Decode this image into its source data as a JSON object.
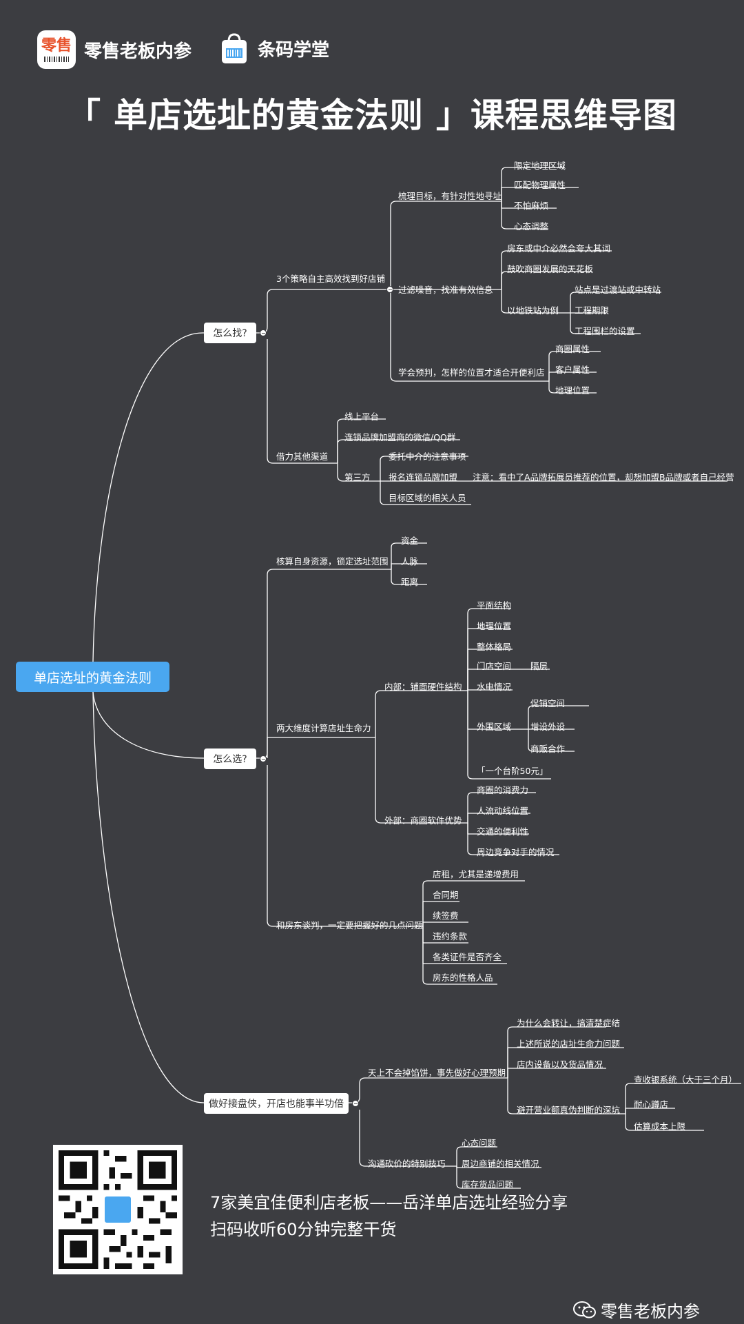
{
  "header": {
    "brand1_logo_text": "零售",
    "brand1_name": "零售老板内参",
    "brand2_name": "条码学堂"
  },
  "title": "「 单店选址的黄金法则 」课程思维导图",
  "mindmap": {
    "root": "单店选址的黄金法则",
    "b1": {
      "label": "怎么找?",
      "a": {
        "label": "3个策略自主高效找到好店铺",
        "a1": {
          "label": "梳理目标，有针对性地寻址",
          "items": [
            "限定地理区域",
            "匹配物理属性",
            "不怕麻烦",
            "心态调整"
          ]
        },
        "a2": {
          "label": "过滤噪音，找准有效信息",
          "items": [
            "房东或中介必然会夸大其词",
            "鼓吹商圈发展的天花板"
          ],
          "metro": {
            "label": "以地铁站为例",
            "items": [
              "站点是过渡站或中转站",
              "工程期限",
              "工程围栏的设置"
            ]
          }
        },
        "a3": {
          "label": "学会预判，怎样的位置才适合开便利店",
          "items": [
            "商圈属性",
            "客户属性",
            "地理位置"
          ]
        }
      },
      "b": {
        "label": "借力其他渠道",
        "items": [
          "线上平台",
          "连锁品牌加盟商的微信/QQ群"
        ],
        "third": {
          "label": "第三方",
          "items": [
            "委托中介的注意事项",
            "报名连锁品牌加盟",
            "目标区域的相关人员"
          ],
          "note": "注意：看中了A品牌拓展员推荐的位置，却想加盟B品牌或者自己经营"
        }
      }
    },
    "b2": {
      "label": "怎么选?",
      "a": {
        "label": "核算自身资源，锁定选址范围",
        "items": [
          "资金",
          "人脉",
          "距离"
        ]
      },
      "b": {
        "label": "两大维度计算店址生命力",
        "inner": {
          "label": "内部：铺面硬件结构",
          "items": [
            "平面结构",
            "地理位置",
            "整体格局",
            "门店空间",
            "水电情况",
            "外围区域",
            "「一个台阶50元」"
          ],
          "space_child": "隔层",
          "outer_children": [
            "促销空间",
            "增设外设",
            "商贩合作"
          ]
        },
        "outer": {
          "label": "外部：商圈软件优势",
          "items": [
            "商圈的消费力",
            "人流动线位置",
            "交通的便利性",
            "周边竞争对手的情况"
          ]
        }
      },
      "c": {
        "label": "和房东谈判，一定要把握好的几点问题",
        "items": [
          "店租，尤其是递增费用",
          "合同期",
          "续签费",
          "违约条款",
          "各类证件是否齐全",
          "房东的性格人品"
        ]
      }
    },
    "b3": {
      "label": "做好接盘侠，开店也能事半功倍",
      "a": {
        "label": "天上不会掉馅饼，事先做好心理预期",
        "items": [
          "为什么会转让，搞清楚症结",
          "上述所说的店址生命力问题",
          "店内设备以及货品情况",
          "避开营业额真伪判断的深坑"
        ],
        "deep": [
          "查收银系统（大于三个月）",
          "耐心蹲店",
          "估算成本上限"
        ]
      },
      "b": {
        "label": "沟通砍价的特别技巧",
        "items": [
          "心态问题",
          "周边商铺的相关情况",
          "库存货品问题"
        ]
      }
    }
  },
  "footer": {
    "line1": "7家美宜佳便利店老板——岳洋单店选址经验分享",
    "line2": "扫码收听60分钟完整干货",
    "brand": "零售老板内参"
  },
  "colors": {
    "background": "#3c3d41",
    "root": "#4aa7f0",
    "line": "#ffffff",
    "logo_red": "#e8522b"
  }
}
